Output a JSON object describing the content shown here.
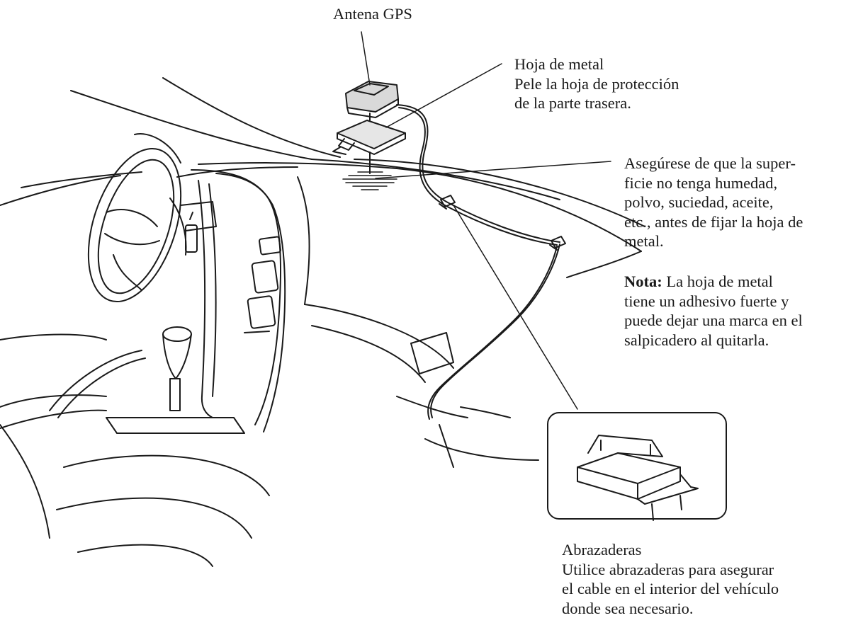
{
  "labels": {
    "gps_antenna": "Antena GPS",
    "metal_sheet": {
      "title": "Hoja de metal",
      "line1": "Pele la hoja de protección",
      "line2": "de la parte trasera."
    },
    "surface": {
      "line1": "Asegúrese de que la super-",
      "line2": "ficie no tenga humedad,",
      "line3": "polvo, suciedad, aceite,",
      "line4": "etc., antes de fijar la hoja de",
      "line5": "metal."
    },
    "note": {
      "heading": "Nota:",
      "line1": " La hoja de metal",
      "line2": "tiene un adhesivo fuerte y",
      "line3": "puede dejar una marca en el",
      "line4": "salpicadero al quitarla."
    },
    "clamps": {
      "title": "Abrazaderas",
      "line1": "Utilice abrazaderas para asegurar",
      "line2": "el cable en el interior del vehículo",
      "line3": "donde sea necesario."
    }
  },
  "colors": {
    "ink": "#1a1a1a",
    "background": "#ffffff",
    "antenna_fill": "#d9d9d9",
    "sheet_fill": "#e6e6e6"
  }
}
